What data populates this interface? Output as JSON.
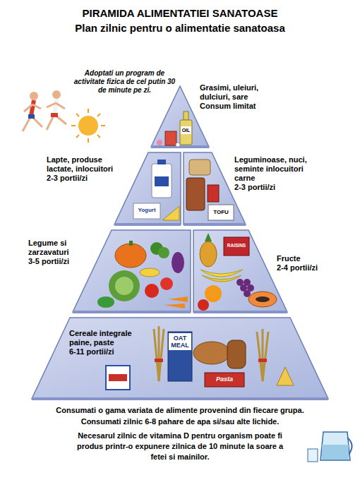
{
  "diagram": {
    "title": "PIRAMIDA ALIMENTATIEI SANATOASE",
    "nodes": [
      {
        "text": [
          "Grasimi, uleiuri, dulciuri, sare",
          "Consum limitat"
        ]
      },
      {
        "text": [
          "Lapte, produse lactate, inlocuitori",
          "2-3 portii/zi"
        ]
      },
      {
        "text": [
          "Leguminoase, nuci, seminte inlocuitori carne",
          "2-3 portii/zi"
        ]
      },
      {
        "text": [
          "Legume si zarzavaturi",
          "3-5 portii/zi"
        ]
      },
      {
        "text": [
          "Fructe",
          "2-4 portii/zi"
        ]
      },
      {
        "text": [
          "Cereale integrale paine, paste",
          "6-11 portii/zi"
        ]
      }
    ],
    "labels": [
      "Plan zilnic pentru o alimentatie sanatoasa",
      "Adoptati un program de activitate fizica de cel putin 30 de minute pe zi.",
      "OIL",
      "Yogurt",
      "TOFU",
      "RAISINS",
      "OAT MEAL",
      "Pasta",
      "Consumati o gama variata de alimente provenind din fiecare grupa.",
      "Consumati zilnic 6-8 pahare de apa si/sau alte lichide.",
      "Necesarul zilnic de vitamina D pentru organism poate fi produs printr-o expunere zilnica de 10 minute la soare a fetei si mainilor."
    ]
  }
}
